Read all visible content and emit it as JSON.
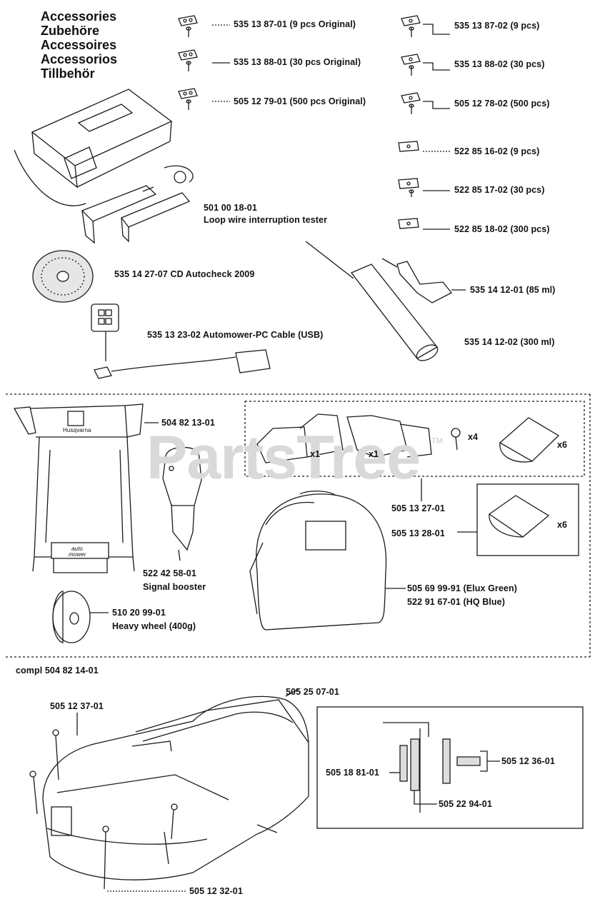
{
  "headings": [
    "Accessories",
    "Zubehöre",
    "Accessoires",
    "Accessorios",
    "Tillbehör"
  ],
  "watermark": "PartsTree",
  "watermark_tm": "TM",
  "parts": {
    "p1": "535 13 87-01 (9 pcs Original)",
    "p2": "535 13 88-01 (30 pcs Original)",
    "p3": "505 12 79-01 (500 pcs Original)",
    "p4": "535 13 87-02 (9 pcs)",
    "p5": "535 13 88-02 (30 pcs)",
    "p6": "505 12 78-02 (500 pcs)",
    "p7": "522 85 16-02 (9 pcs)",
    "p8": "522 85 17-02 (30 pcs)",
    "p9": "522 85 18-02 (300 pcs)",
    "tester_no": "501 00 18-01",
    "tester_name": "Loop wire interruption tester",
    "cd": "535 14 27-07  CD Autocheck 2009",
    "cable": "535 13 23-02  Automower-PC Cable (USB)",
    "glue_small": "535 14 12-01  (85 ml)",
    "glue_large": "535 14 12-02  (300 ml)",
    "bracket": "504 82 13-01",
    "signal_no": "522 42 58-01",
    "signal_name": "Signal booster",
    "wheel_no": "510 20 99-01",
    "wheel_name": "Heavy wheel (400g)",
    "brush_kit": "505 13 27-01",
    "brush_refill": "505 13 28-01",
    "bag_green": "505 69 99-91 (Elux Green)",
    "bag_blue": "522 91 67-01 (HQ Blue)",
    "compl": "compl 504 82 14-01",
    "cover": "505 25 07-01",
    "screw_a": "505 12 37-01",
    "screw_b": "505 12 32-01",
    "pin": "505 12 36-01",
    "washer_a": "505 18 81-01",
    "washer_b": "505 22 94-01"
  },
  "qty": {
    "x1a": "x1",
    "x1b": "x1",
    "x4": "x4",
    "x6a": "x6",
    "x6b": "x6"
  },
  "brand": {
    "husqvarna": "Husqvarna",
    "auto": "auto",
    "mower": "mower"
  }
}
